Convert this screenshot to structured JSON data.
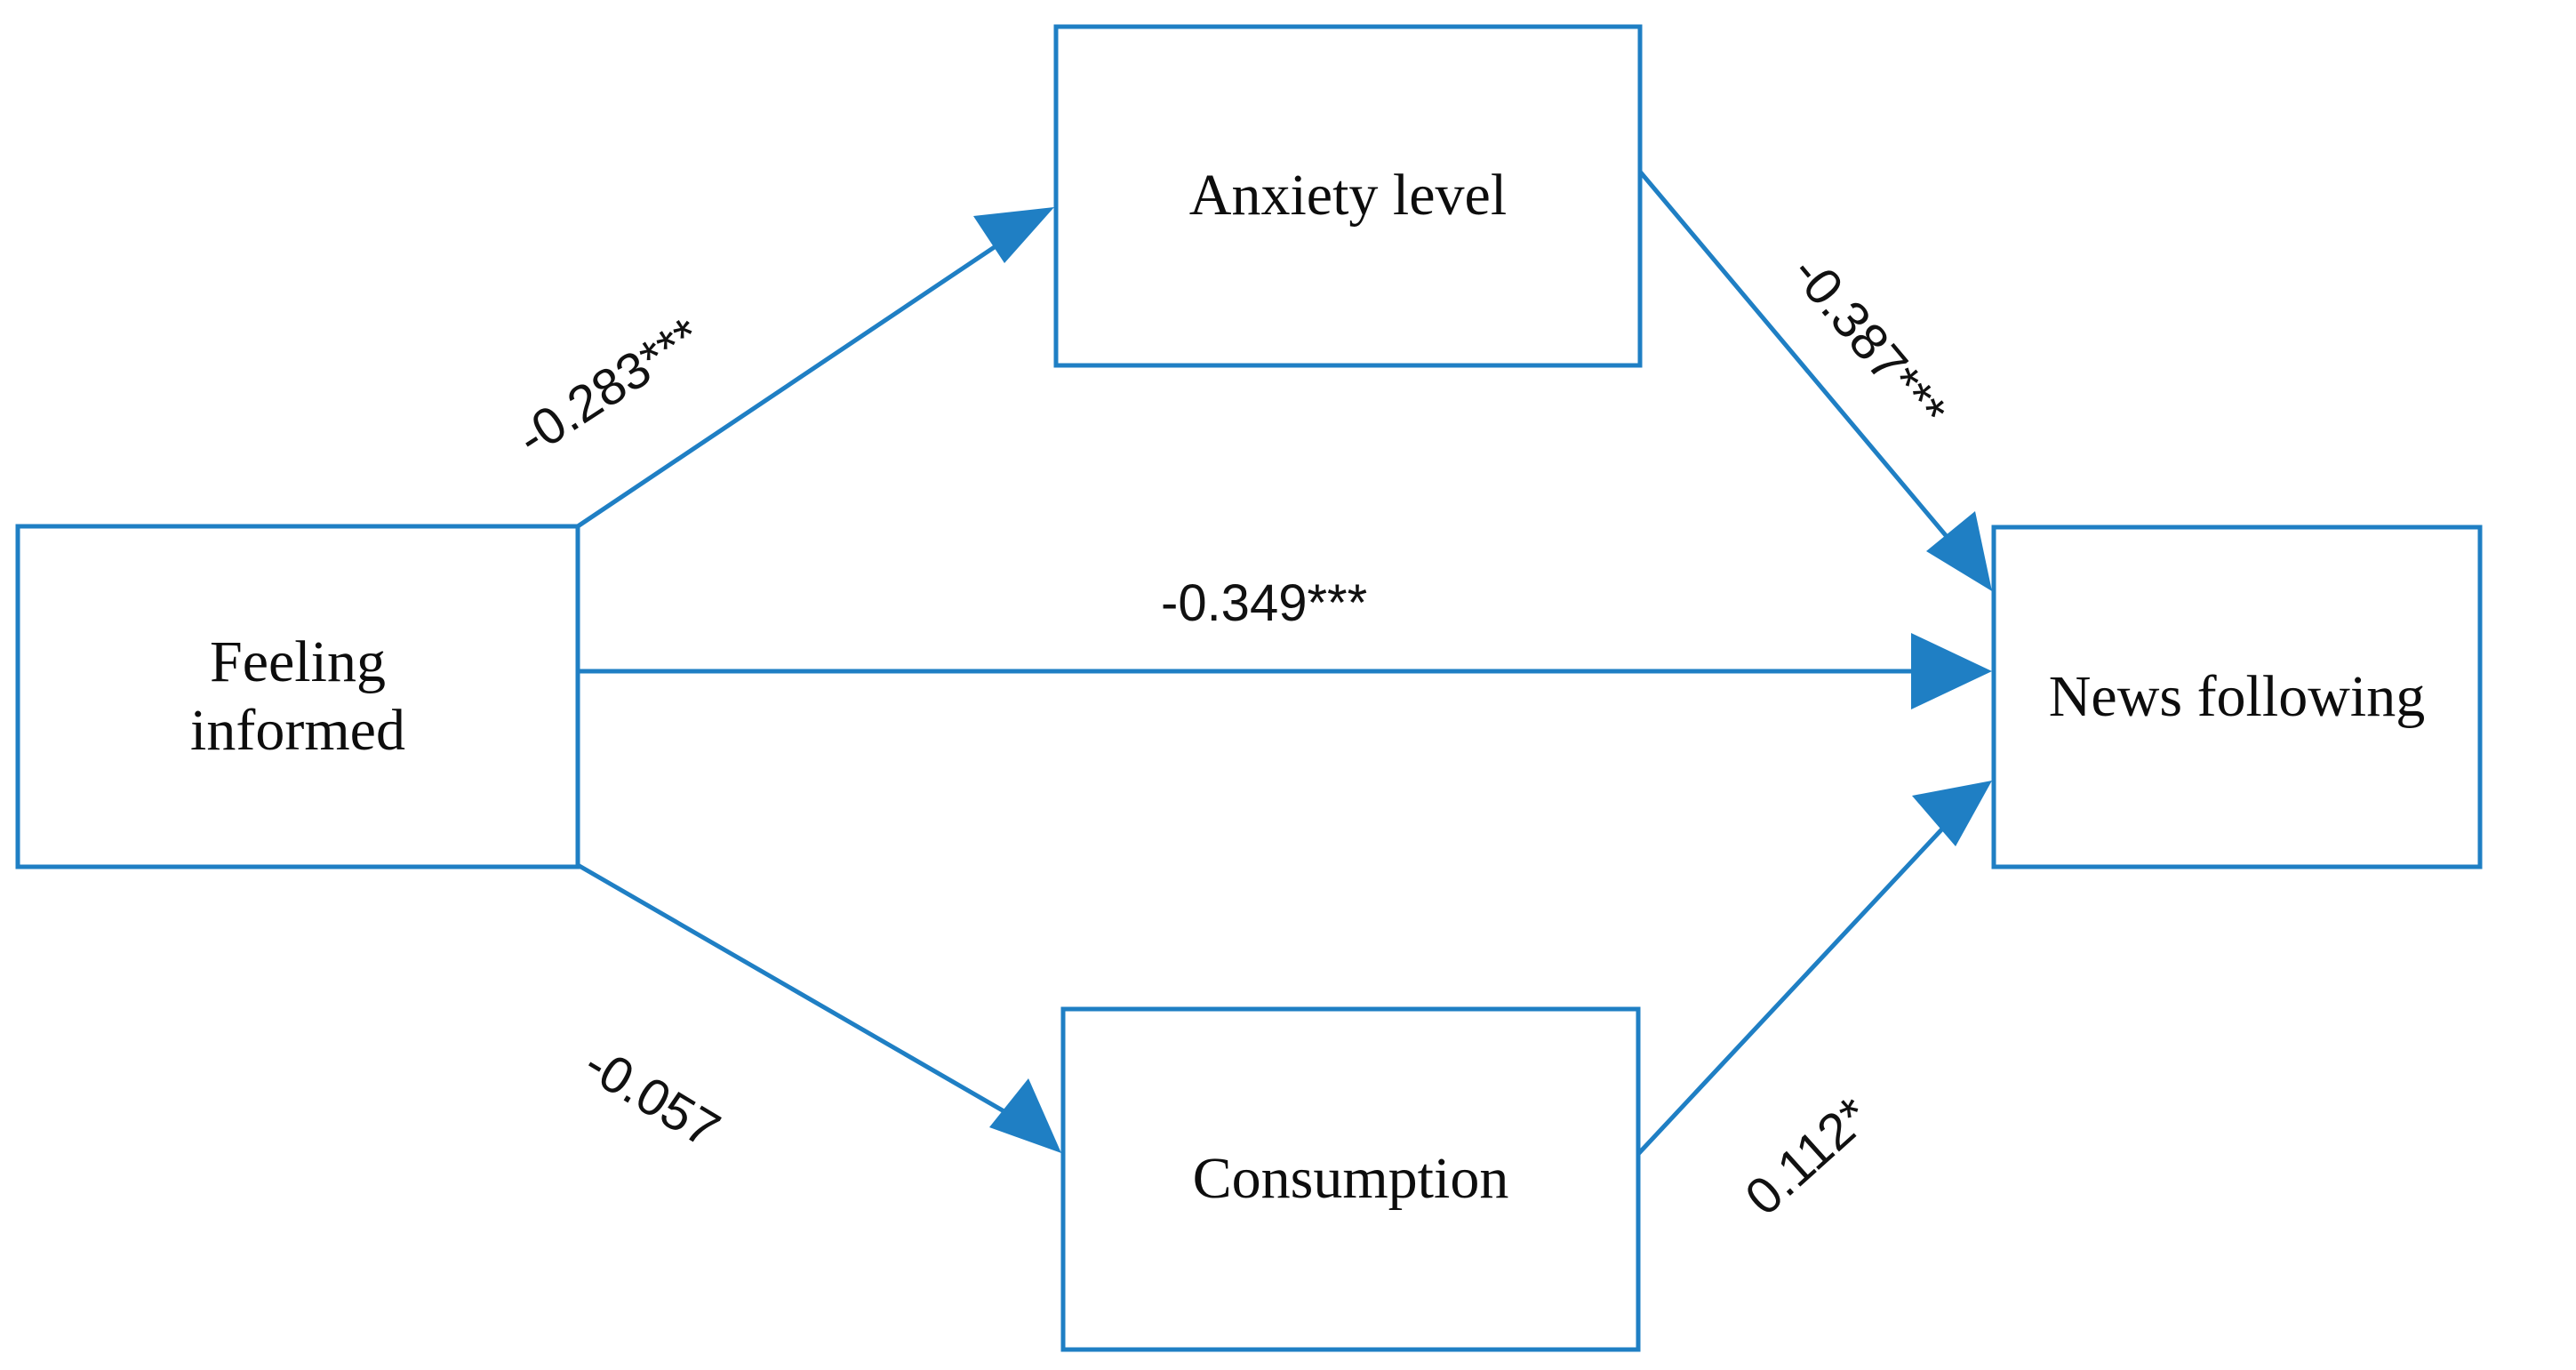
{
  "diagram": {
    "type": "path-analysis-mediation-diagram",
    "accent_color": "#1F7FC4",
    "text_color": "#0d0d0d",
    "background": "#ffffff",
    "nodes": [
      {
        "id": "feeling_informed",
        "label": "Feeling\ninformed"
      },
      {
        "id": "anxiety_level",
        "label": "Anxiety level"
      },
      {
        "id": "consumption",
        "label": "Consumption"
      },
      {
        "id": "news_following",
        "label": "News following"
      }
    ],
    "edges": [
      {
        "id": "informed_to_anxiety",
        "from": "feeling_informed",
        "to": "anxiety_level",
        "coefficient": "-0.283***",
        "value": -0.283,
        "significance": "***"
      },
      {
        "id": "anxiety_to_news",
        "from": "anxiety_level",
        "to": "news_following",
        "coefficient": "-0.387***",
        "value": -0.387,
        "significance": "***"
      },
      {
        "id": "informed_to_news_direct",
        "from": "feeling_informed",
        "to": "news_following",
        "coefficient": "-0.349***",
        "value": -0.349,
        "significance": "***"
      },
      {
        "id": "informed_to_consumption",
        "from": "feeling_informed",
        "to": "consumption",
        "coefficient": "-0.057",
        "value": -0.057,
        "significance": ""
      },
      {
        "id": "consumption_to_news",
        "from": "consumption",
        "to": "news_following",
        "coefficient": "0.112*",
        "value": 0.112,
        "significance": "*"
      }
    ]
  },
  "chart_data": {
    "type": "diagram",
    "title": "",
    "nodes": [
      "Feeling informed",
      "Anxiety level",
      "Consumption",
      "News following"
    ],
    "edges": [
      {
        "source": "Feeling informed",
        "target": "Anxiety level",
        "label": "-0.283***",
        "value": -0.283
      },
      {
        "source": "Anxiety level",
        "target": "News following",
        "label": "-0.387***",
        "value": -0.387
      },
      {
        "source": "Feeling informed",
        "target": "News following",
        "label": "-0.349***",
        "value": -0.349
      },
      {
        "source": "Feeling informed",
        "target": "Consumption",
        "label": "-0.057",
        "value": -0.057
      },
      {
        "source": "Consumption",
        "target": "News following",
        "label": "0.112*",
        "value": 0.112
      }
    ]
  }
}
